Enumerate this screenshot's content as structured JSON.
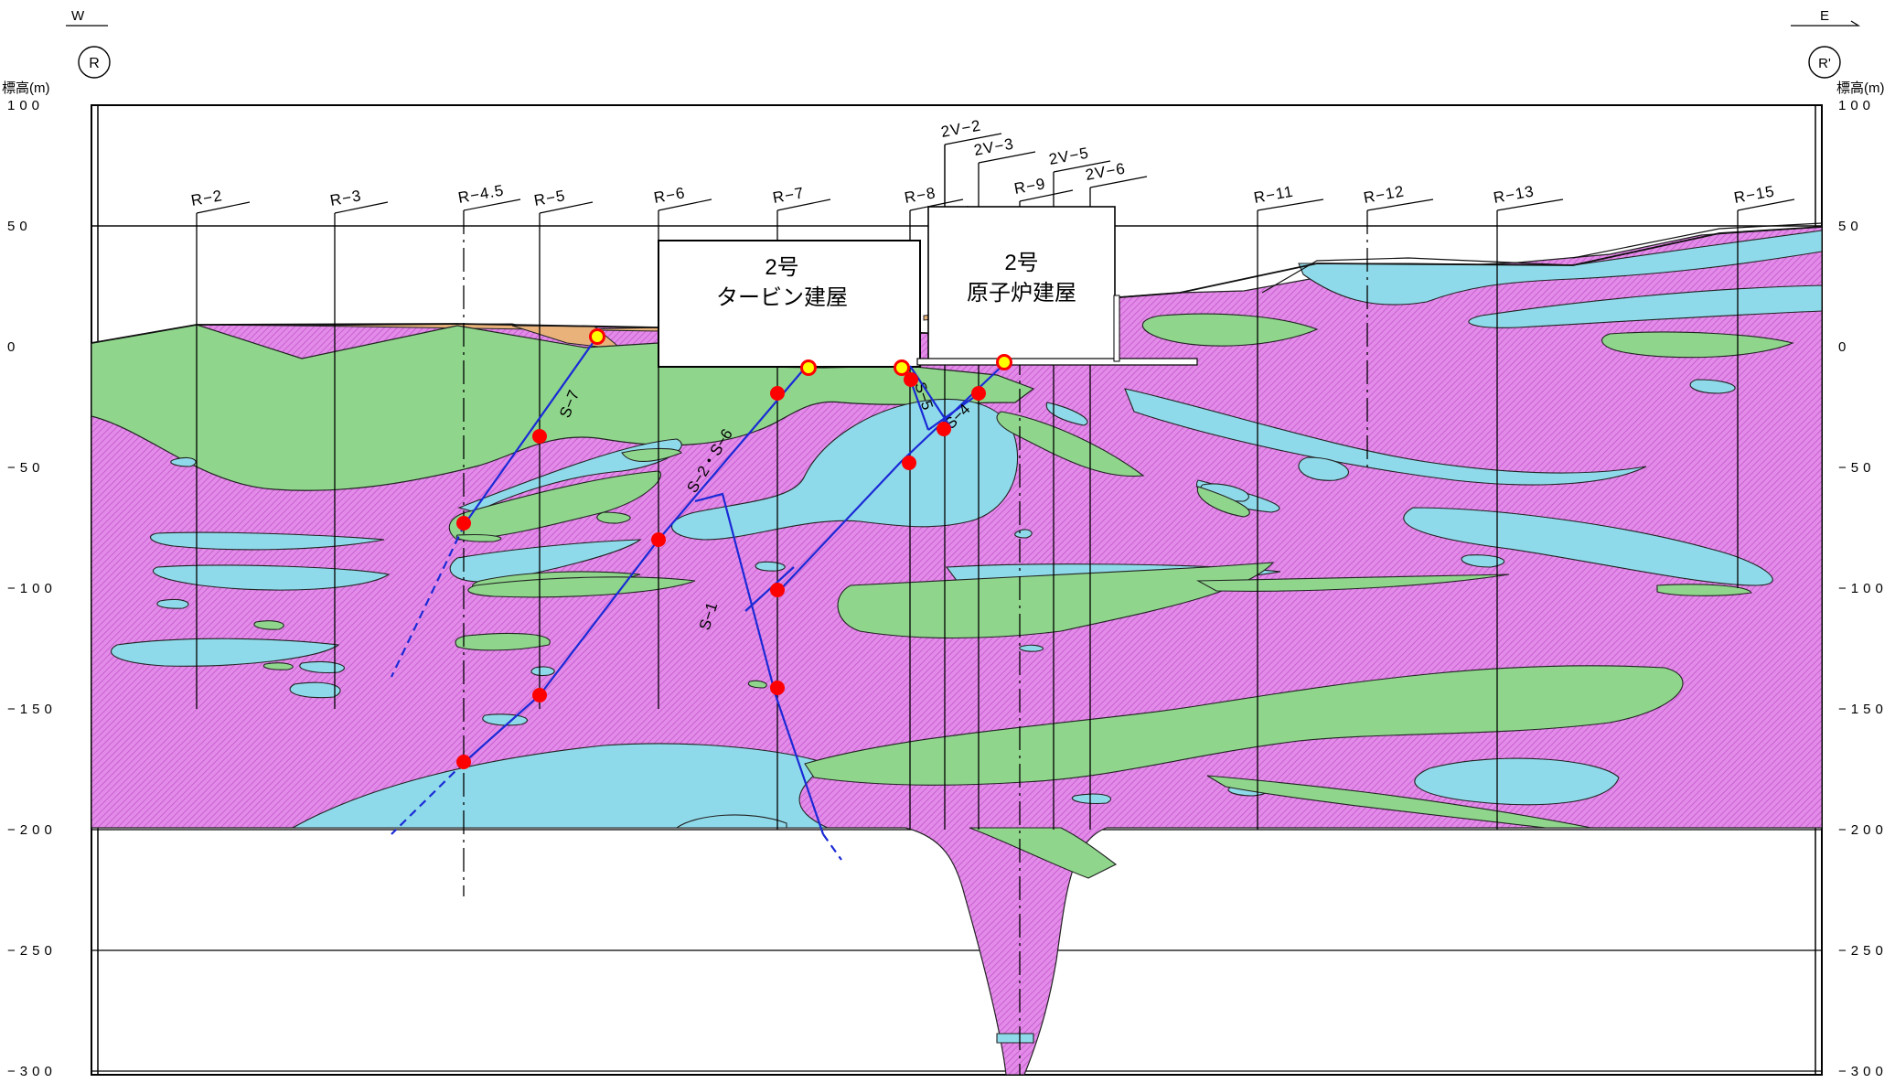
{
  "section": {
    "west_label": "W",
    "east_label": "E",
    "start_marker": "R",
    "end_marker": "R'",
    "axis_unit_left": "標高(m)",
    "axis_unit_right": "標高(m)",
    "elevation_ticks": [
      "100",
      "50",
      "0",
      "−50",
      "−100",
      "−150",
      "−200",
      "−250",
      "−300"
    ],
    "elevation_values": [
      100,
      50,
      0,
      -50,
      -100,
      -150,
      -200,
      -250,
      -300
    ]
  },
  "boreholes": [
    {
      "label": "R−2"
    },
    {
      "label": "R−3"
    },
    {
      "label": "R−4.5"
    },
    {
      "label": "R−5"
    },
    {
      "label": "R−6"
    },
    {
      "label": "R−7"
    },
    {
      "label": "R−8"
    },
    {
      "label": "2V−2"
    },
    {
      "label": "2V−3"
    },
    {
      "label": "R−9"
    },
    {
      "label": "2V−5"
    },
    {
      "label": "2V−6"
    },
    {
      "label": "R−11"
    },
    {
      "label": "R−12"
    },
    {
      "label": "R−13"
    },
    {
      "label": "R−15"
    }
  ],
  "buildings": {
    "turbine": {
      "line1": "2号",
      "line2": "タービン建屋"
    },
    "reactor": {
      "line1": "2号",
      "line2": "原子炉建屋"
    }
  },
  "faults": [
    {
      "label": "S−7"
    },
    {
      "label": "S−2・S−6"
    },
    {
      "label": "S−1"
    },
    {
      "label": "S−5"
    },
    {
      "label": "S−4"
    }
  ],
  "colors": {
    "pink_rock": "#e38be8",
    "pink_hatch": "#c255cc",
    "cyan_rock": "#8fdaea",
    "green_rock": "#8fd68c",
    "orange_fill": "#e8b27a",
    "fault_line": "#1a2ad6",
    "point_red": "#ff0000",
    "point_yellow": "#ffff00"
  }
}
